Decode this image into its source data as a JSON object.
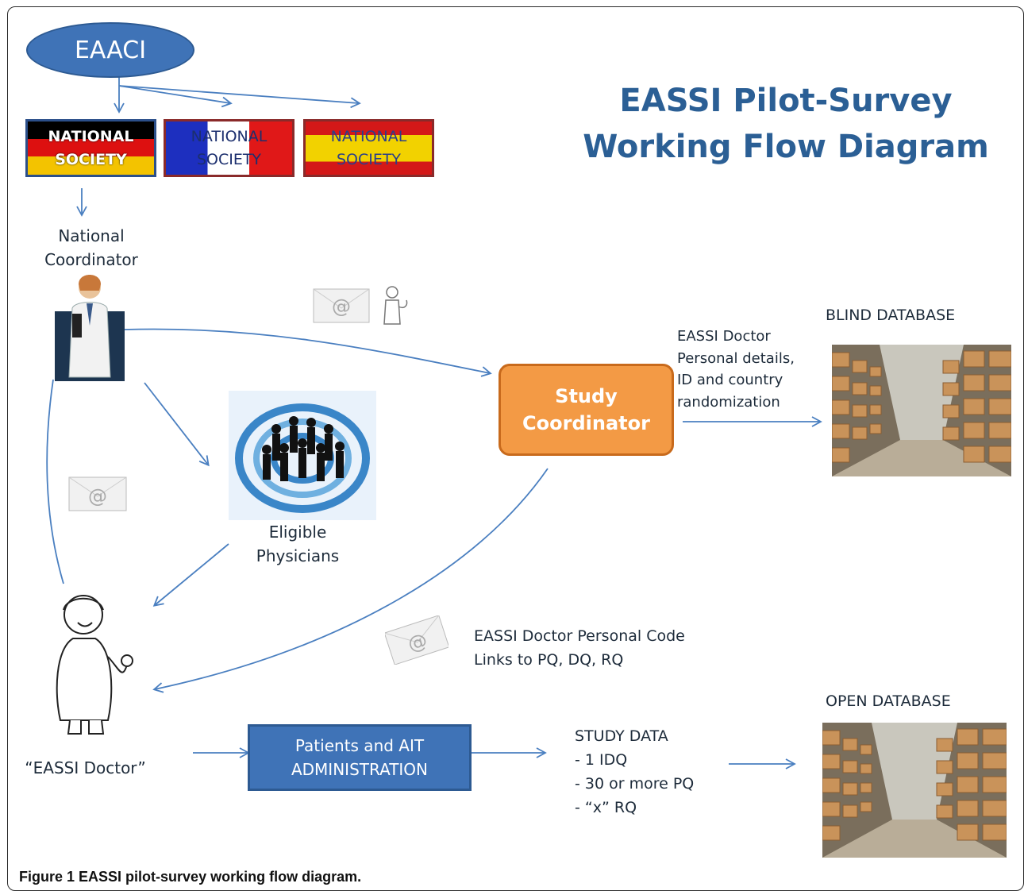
{
  "title_lines": [
    "EASSI Pilot-Survey",
    "Working Flow Diagram"
  ],
  "eaaci": "EAACI",
  "flags": [
    {
      "country": "Germany",
      "lines": [
        "NATIONAL",
        "SOCIETY"
      ]
    },
    {
      "country": "France",
      "lines": [
        "NATIONAL",
        "SOCIETY"
      ]
    },
    {
      "country": "Spain",
      "lines": [
        "NATIONAL",
        "SOCIETY"
      ]
    }
  ],
  "national_coordinator": [
    "National",
    "Coordinator"
  ],
  "study_coordinator": [
    "Study",
    "Coordinator"
  ],
  "eligible_physicians": [
    "Eligible",
    "Physicians"
  ],
  "eassi_doctor": "“EASSI Doctor”",
  "blind_db": {
    "title": "BLIND DATABASE",
    "note_lines": [
      "EASSI Doctor",
      "Personal details,",
      "ID and country",
      "randomization"
    ]
  },
  "personal_code": [
    "EASSI Doctor Personal Code",
    "Links to PQ, DQ, RQ"
  ],
  "patients_box": [
    "Patients and AIT",
    "ADMINISTRATION"
  ],
  "study_data": [
    "STUDY DATA",
    "- 1 IDQ",
    "- 30 or more PQ",
    "- “x” RQ"
  ],
  "open_db": {
    "title": "OPEN DATABASE"
  },
  "caption": {
    "label": "Figure 1",
    "text": "EASSI pilot-survey working flow diagram."
  },
  "colors": {
    "arrow": "#4a7fc0",
    "title": "#2b5f95",
    "study": "#f39a45",
    "patients": "#3f73b7"
  }
}
